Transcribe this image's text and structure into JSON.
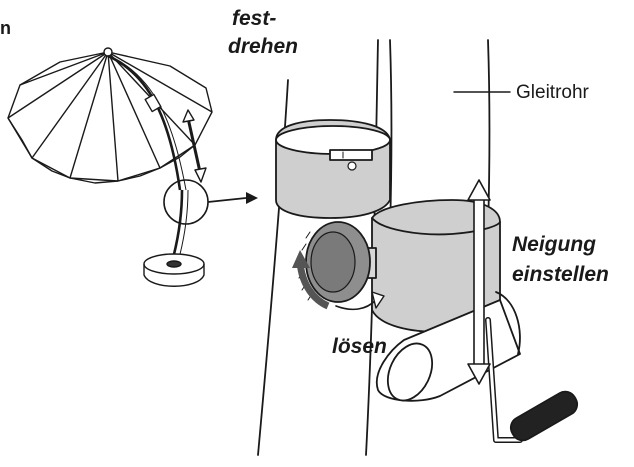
{
  "labels": {
    "tighten_line1": "fest-",
    "tighten_line2": "drehen",
    "slide_tube": "Gleitrohr",
    "tilt_line1": "Neigung",
    "tilt_line2": "einstellen",
    "loosen": "lösen"
  },
  "edge_fragments": {
    "top_left": "n"
  },
  "colors": {
    "line": "#1a1a1a",
    "clamp_fill": "#cfcfcf",
    "knob_fill": "#8e8e8e",
    "arrow_dark": "#555555",
    "handle": "#222222"
  }
}
